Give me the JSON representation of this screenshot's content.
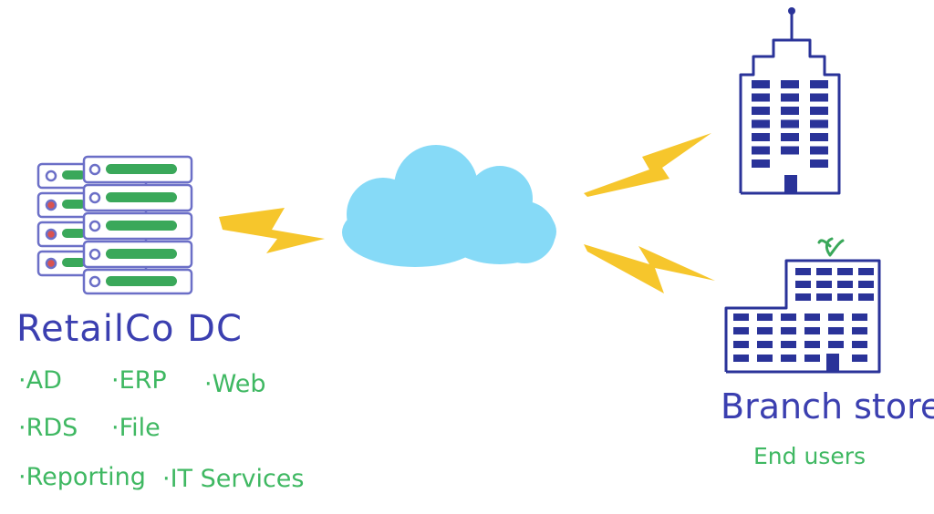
{
  "datacenter": {
    "title": "RetailCo DC",
    "services": [
      "AD",
      "ERP",
      "Web",
      "RDS",
      "File",
      "Reporting",
      "IT Services"
    ]
  },
  "branch": {
    "title": "Branch store",
    "subtitle": "End users"
  },
  "icons": {
    "datacenter": "server-rack-icon",
    "network": "cloud-icon",
    "links": "lightning-bolt-icon",
    "office": "office-building-icon",
    "branch": "branch-store-building-icon"
  },
  "colors": {
    "title": "#3b3fb0",
    "services": "#3fb862",
    "cloud": "#86daf7",
    "bolt": "#f6c62c",
    "building": "#2a3399",
    "server_bar": "#3aa85a",
    "server_led": "#d9534f"
  }
}
